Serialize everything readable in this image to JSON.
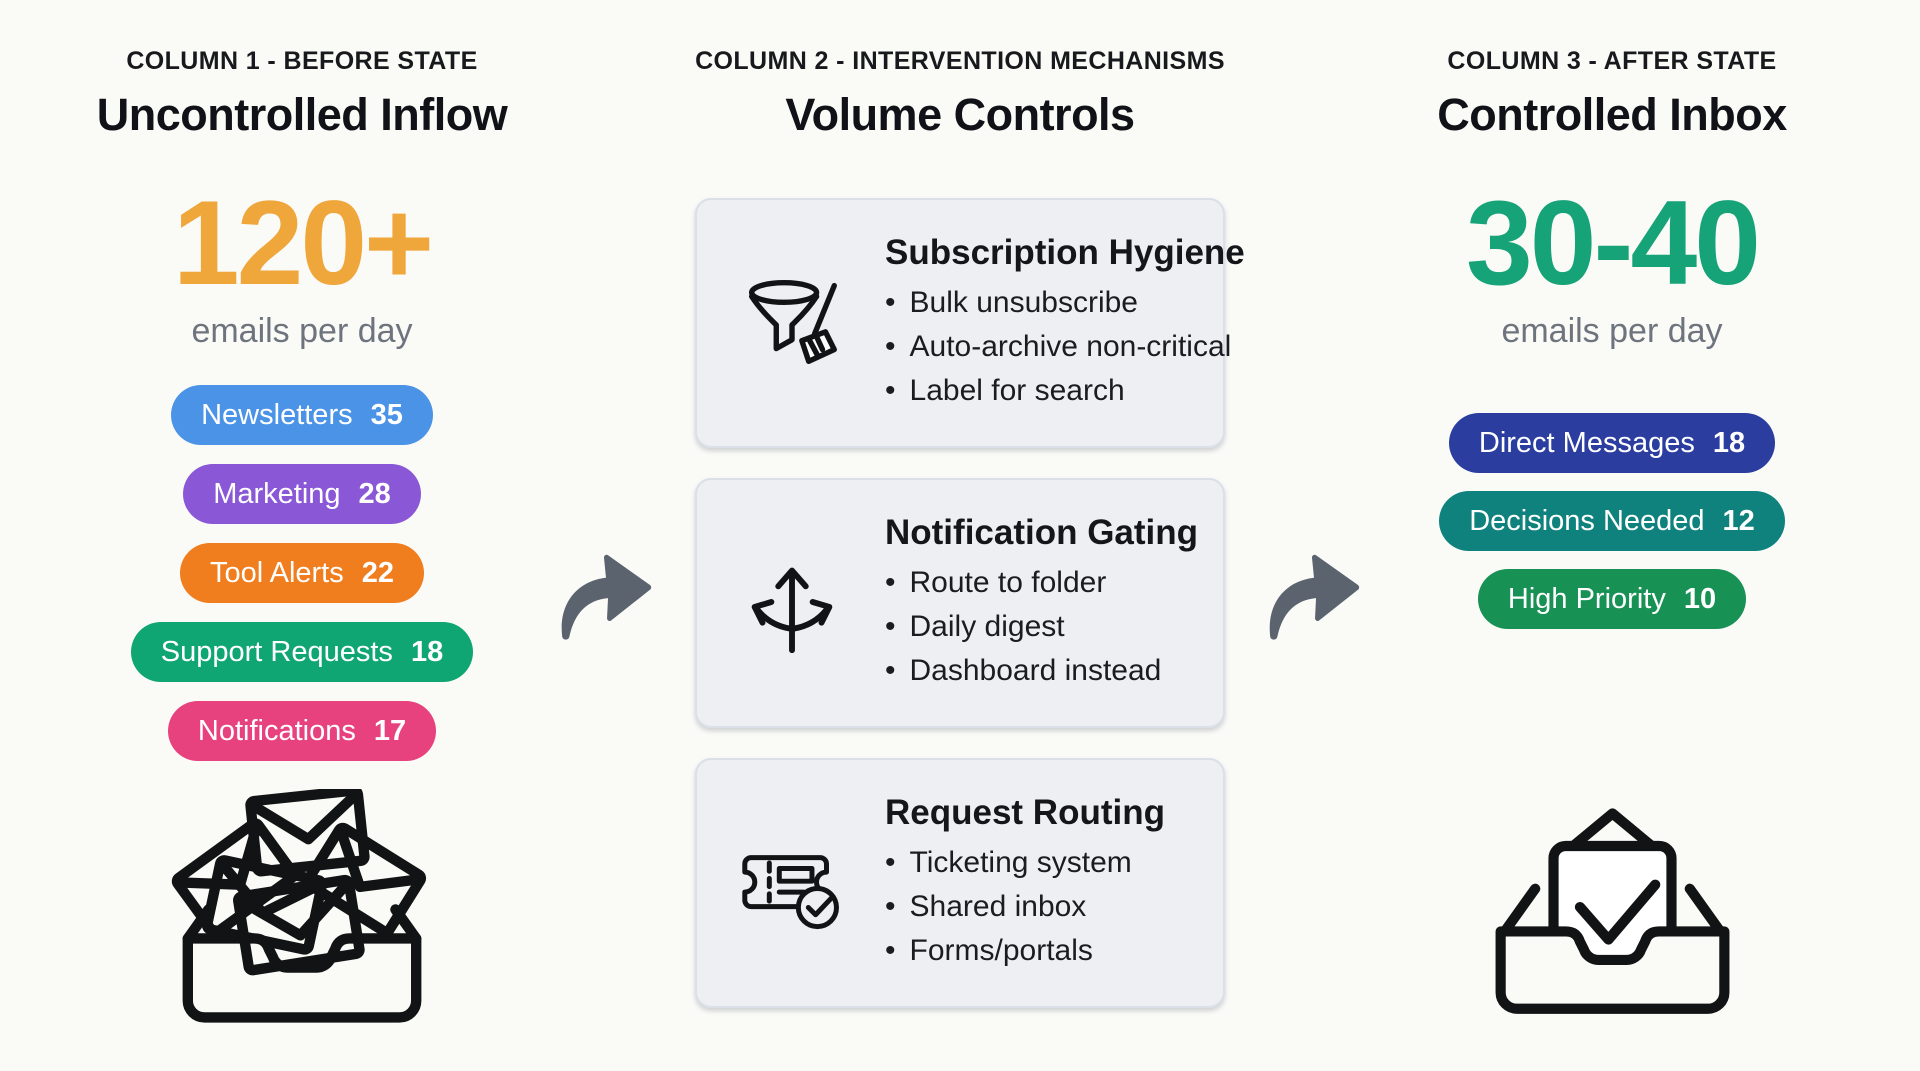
{
  "canvas": {
    "background": "#FAFAF7",
    "text_color": "#15171B",
    "muted_color": "#6E747D"
  },
  "arrows": {
    "color": "#5A636E",
    "direction": "right",
    "count": 2
  },
  "columns": [
    {
      "id": "before",
      "kicker": "COLUMN 1 - BEFORE STATE",
      "title": "Uncontrolled Inflow",
      "metric": {
        "value": "120+",
        "label": "emails per day",
        "color": "#EFA63A"
      },
      "pills": [
        {
          "label": "Newsletters",
          "count": "35",
          "color": "#4B93E6"
        },
        {
          "label": "Marketing",
          "count": "28",
          "color": "#8A57D6"
        },
        {
          "label": "Tool Alerts",
          "count": "22",
          "color": "#F07D1E"
        },
        {
          "label": "Support Requests",
          "count": "18",
          "color": "#10A674"
        },
        {
          "label": "Notifications",
          "count": "17",
          "color": "#E7427E"
        }
      ],
      "icon": "overflowing-inbox-icon"
    },
    {
      "id": "intervention",
      "kicker": "COLUMN 2 - INTERVENTION MECHANISMS",
      "title": "Volume Controls",
      "cards": [
        {
          "icon": "funnel-broom-icon",
          "title": "Subscription Hygiene",
          "bullets": [
            "Bulk unsubscribe",
            "Auto-archive non-critical",
            "Label for search"
          ]
        },
        {
          "icon": "branching-arrows-icon",
          "title": "Notification Gating",
          "bullets": [
            "Route to folder",
            "Daily digest",
            "Dashboard instead"
          ]
        },
        {
          "icon": "ticket-check-icon",
          "title": "Request Routing",
          "bullets": [
            "Ticketing system",
            "Shared inbox",
            "Forms/portals"
          ]
        }
      ]
    },
    {
      "id": "after",
      "kicker": "COLUMN 3 - AFTER STATE",
      "title": "Controlled Inbox",
      "metric": {
        "value": "30-40",
        "label": "emails per day",
        "color": "#16A377"
      },
      "pills": [
        {
          "label": "Direct Messages",
          "count": "18",
          "color": "#2C3DA0"
        },
        {
          "label": "Decisions Needed",
          "count": "12",
          "color": "#0F827E"
        },
        {
          "label": "High Priority",
          "count": "10",
          "color": "#189155"
        }
      ],
      "icon": "inbox-check-icon"
    }
  ]
}
